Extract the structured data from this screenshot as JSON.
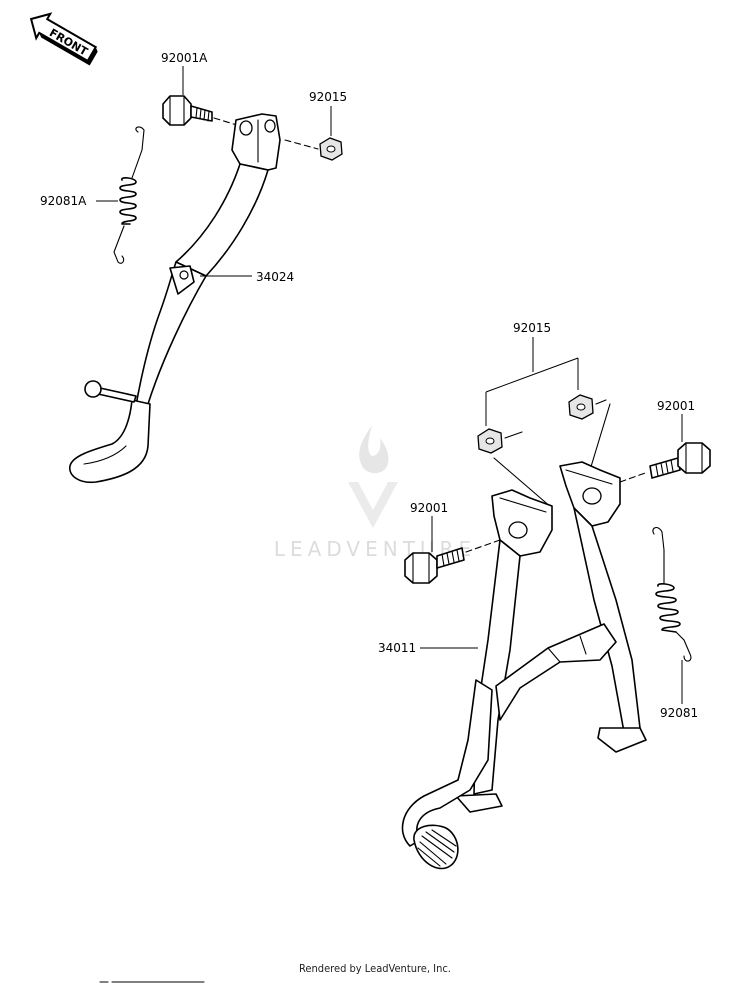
{
  "front_badge": "FRONT",
  "watermark": "LEADVENTURE",
  "colors": {
    "line": "#000000",
    "watermark": "#d9d9d9",
    "background": "#ffffff"
  },
  "labels": {
    "side_bolt": "92001A",
    "side_nut": "92015",
    "side_spring": "92081A",
    "side_stand": "34024",
    "center_nuts": "92015",
    "center_bolt_right": "92001",
    "center_bolt_left": "92001",
    "center_stand": "34011",
    "center_spring": "92081"
  },
  "footer": "Rendered by LeadVenture, Inc."
}
